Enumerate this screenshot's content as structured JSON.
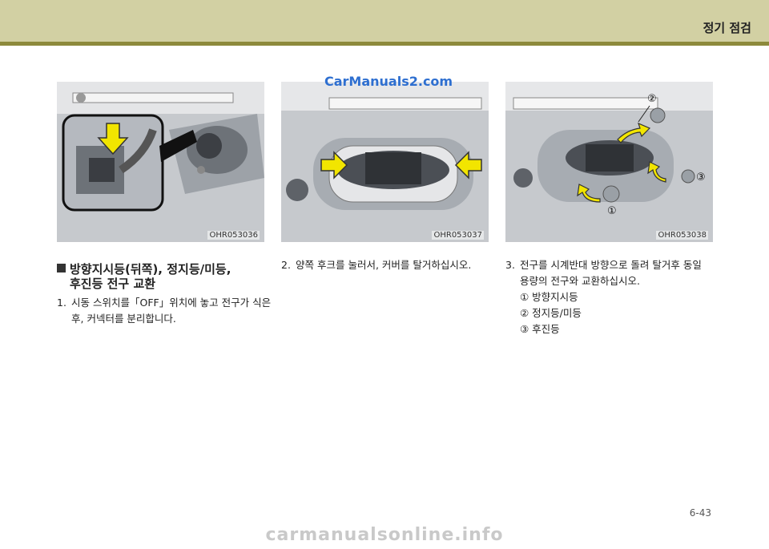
{
  "header": {
    "title": "정기 점검"
  },
  "watermark_top": "CarManuals2.com",
  "figures": [
    {
      "code": "OHR053036"
    },
    {
      "code": "OHR053037"
    },
    {
      "code": "OHR053038",
      "labels": [
        "②",
        "③",
        "①"
      ]
    }
  ],
  "section": {
    "title_line1": "방향지시등(뒤쪽), 정지등/미등,",
    "title_line2": "후진등 전구 교환"
  },
  "steps": [
    {
      "num": "1.",
      "line1": "시동 스위치를「OFF」위치에 놓고 전구가 식은",
      "line2": "후, 커넥터를 분리합니다."
    },
    {
      "num": "2.",
      "line1": "양쪽 후크를 눌러서, 커버를 탈거하십시오."
    },
    {
      "num": "3.",
      "line1": "전구를 시계반대 방향으로 돌려 탈거후 동일",
      "line2": "용량의 전구와 교환하십시오.",
      "items": [
        "① 방향지시등",
        "② 정지등/미등",
        "③ 후진등"
      ]
    }
  ],
  "page_number": "6-43",
  "footer_watermark": "carmanualsonline.info"
}
